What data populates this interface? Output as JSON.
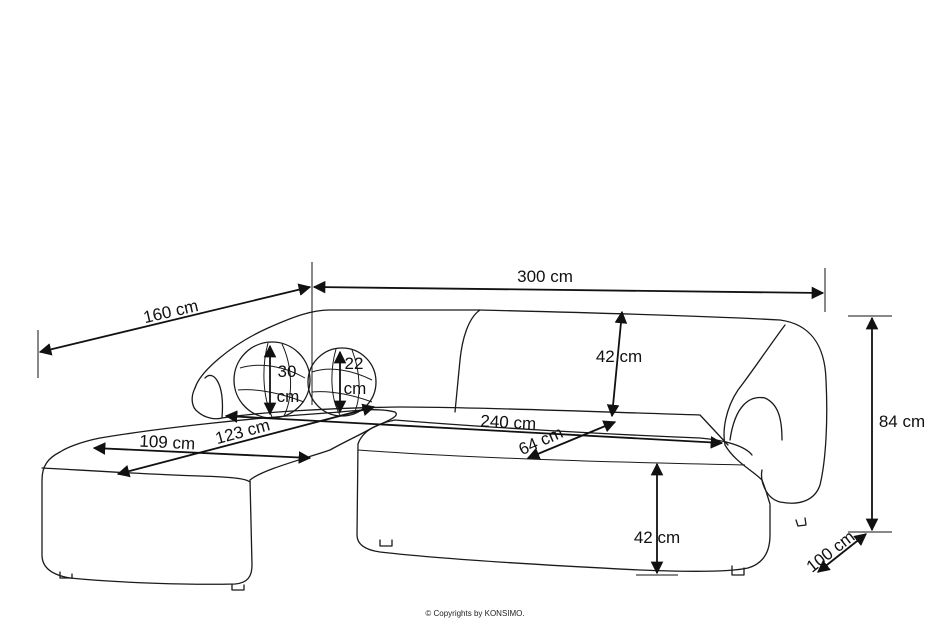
{
  "dimensions": {
    "width_total": "300 cm",
    "depth_left": "160 cm",
    "height_total": "84 cm",
    "depth_side": "100 cm",
    "back_height": "42 cm",
    "seat_height": "42 cm",
    "pillow_large": [
      "30",
      "cm"
    ],
    "pillow_small": [
      "22",
      "cm"
    ],
    "seat_width": "240 cm",
    "seat_depth": "64 cm",
    "chaise_width": "109 cm",
    "chaise_length": "123 cm"
  },
  "copyright": "© Copyrights by KONSIMO."
}
